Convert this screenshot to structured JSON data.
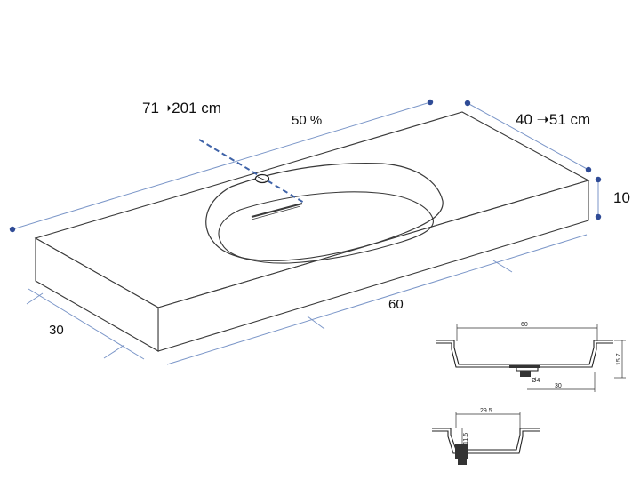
{
  "labels": {
    "length_range": "71➝201 cm",
    "basin_position": "50 %",
    "depth_range": "40 ➝51 cm",
    "thickness": "10",
    "basin_length": "60",
    "basin_width": "30"
  },
  "detail_front": {
    "width": "60",
    "height": "15.7",
    "drain": "Ø4",
    "offset": "30"
  },
  "detail_side": {
    "width": "29.5",
    "height": "11.5"
  },
  "colors": {
    "outline": "#3a3a3a",
    "dimension_line": "#7b96c8",
    "dimension_dot": "#2f4b96",
    "centre_dash": "#3f63a8"
  }
}
